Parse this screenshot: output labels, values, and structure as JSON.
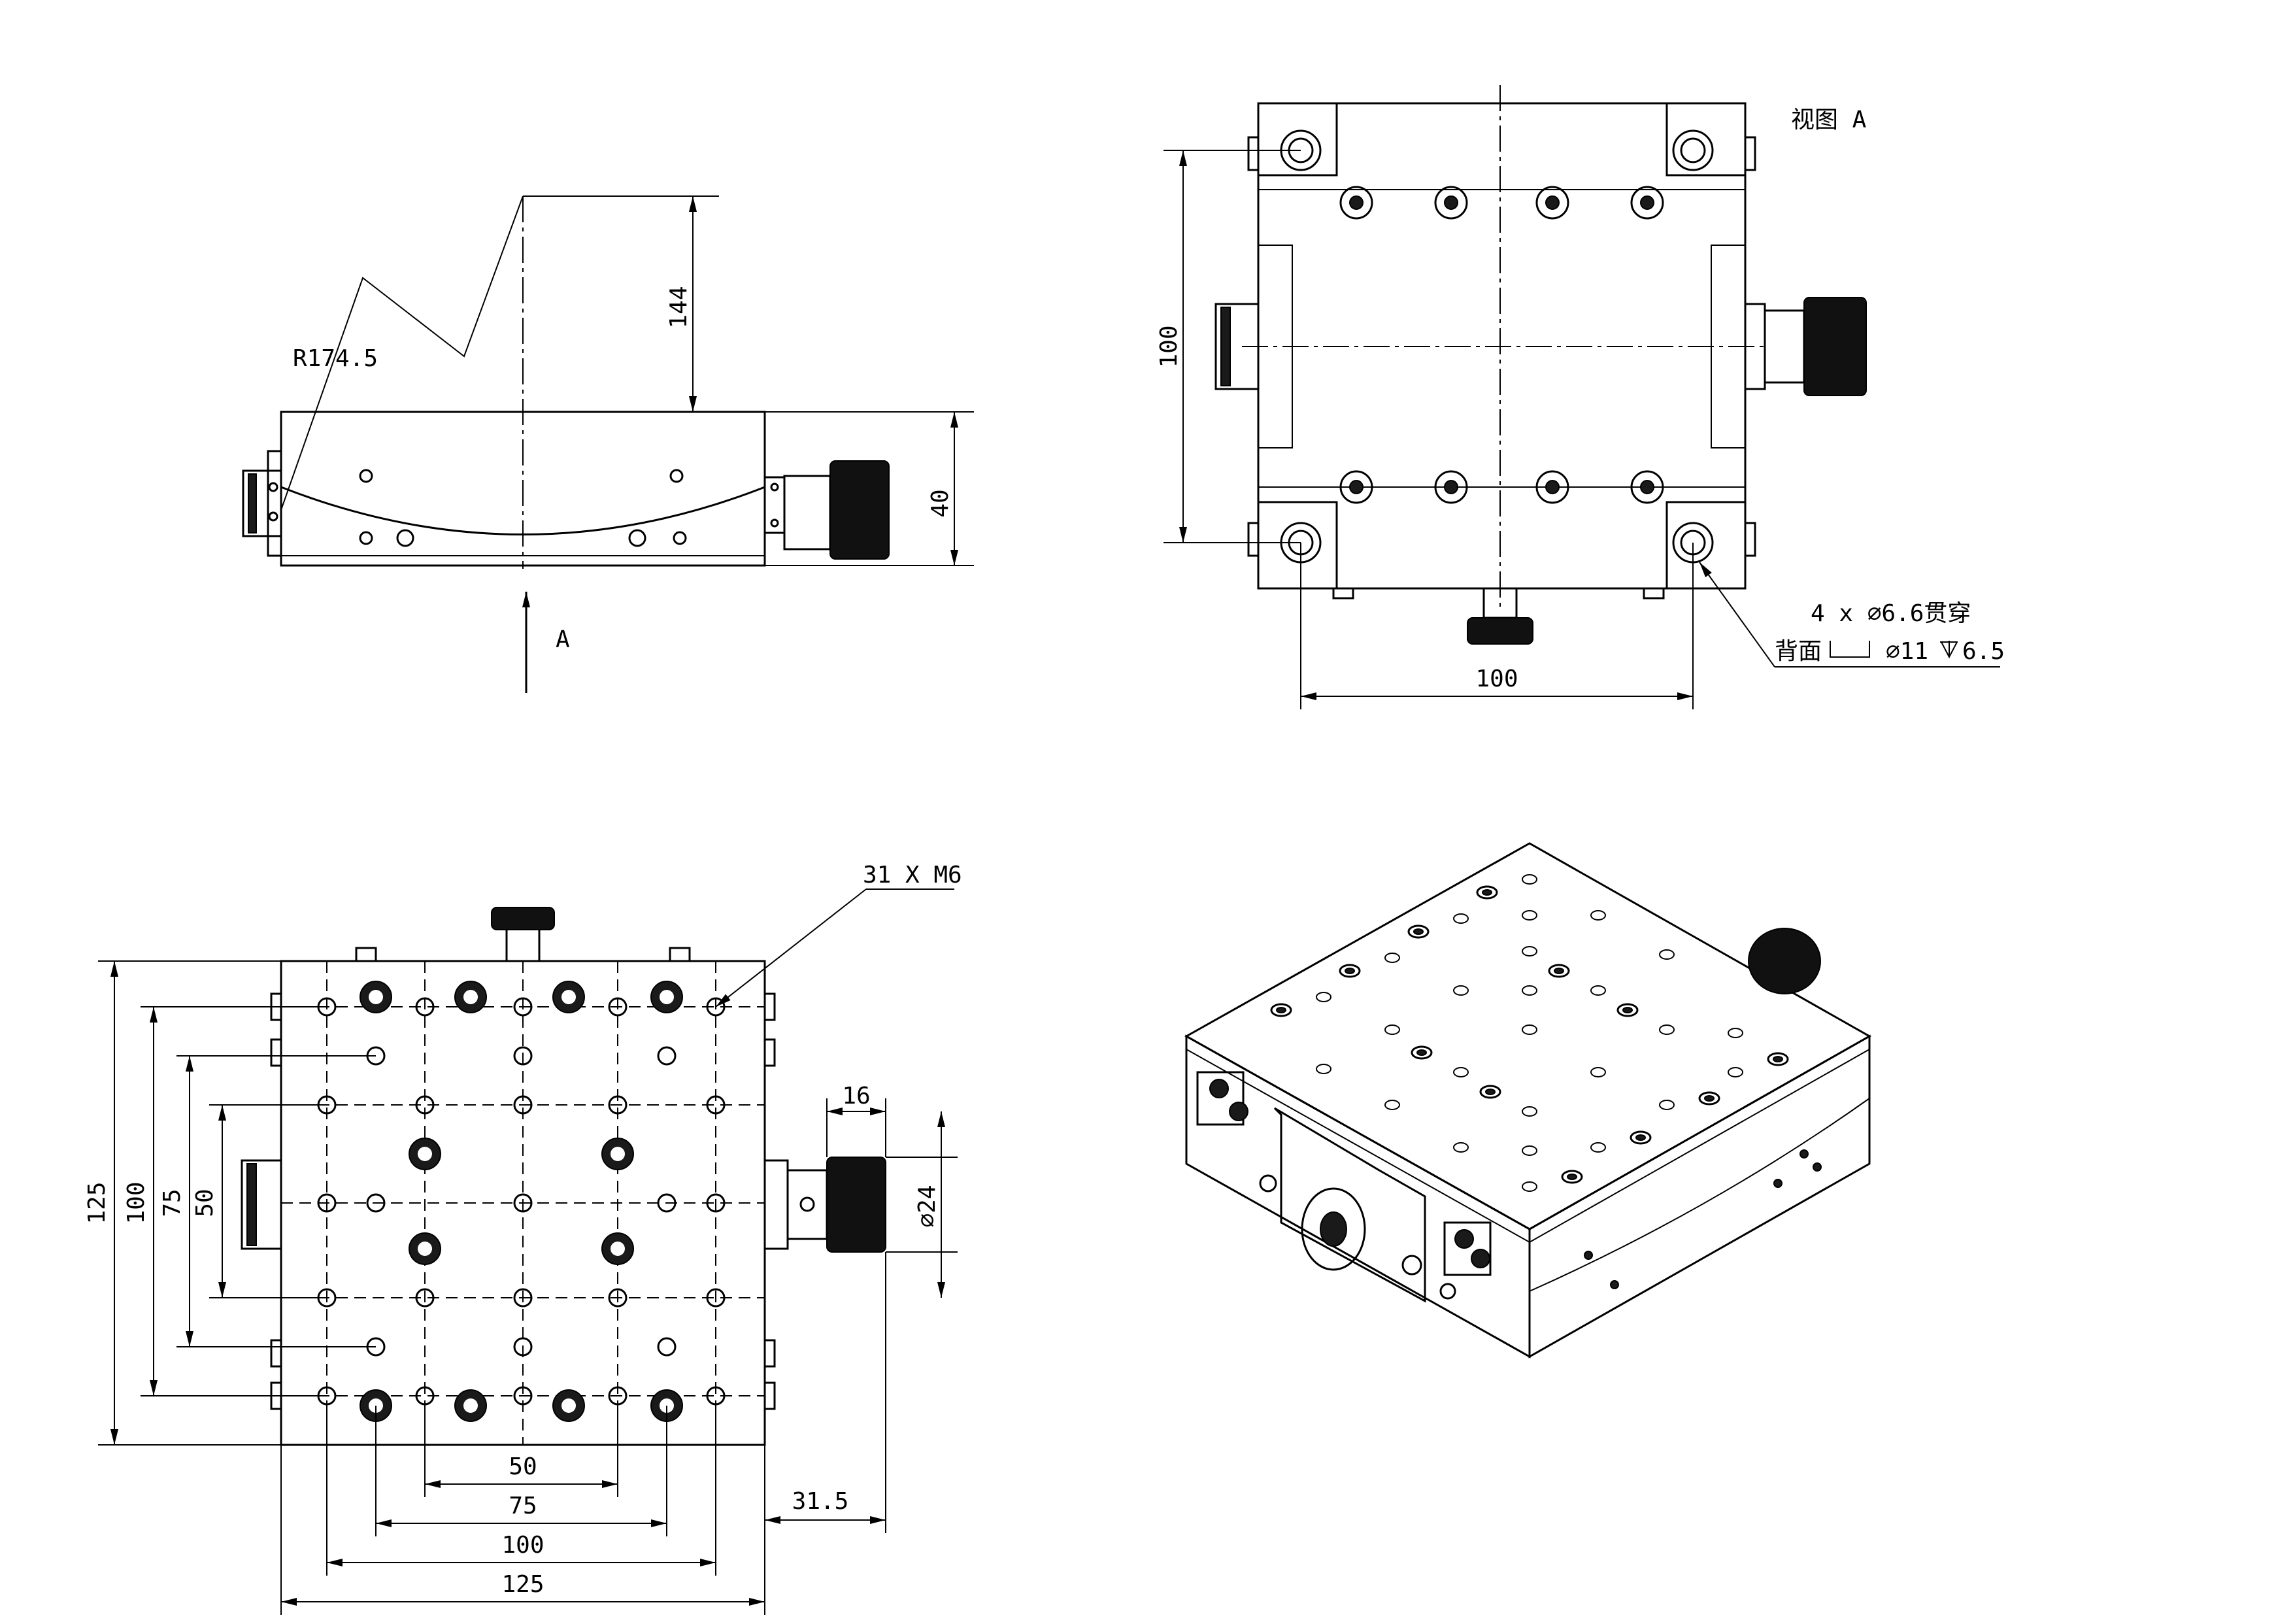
{
  "side_view": {
    "radius_label": "R174.5",
    "height_144": "144",
    "height_40": "40",
    "view_arrow_label": "A"
  },
  "top_view": {
    "title": "视图 A",
    "dim_horizontal": "100",
    "dim_vertical": "100",
    "hole_note_line1": "4 x  ⌀6.6贯穿",
    "hole_note_line2_prefix": "背面",
    "hole_note_line2": "⌀11",
    "hole_note_line2_depth": "6.5"
  },
  "plan_view": {
    "thread_note": "31 X M6",
    "dim_h_50": "50",
    "dim_h_75": "75",
    "dim_h_100": "100",
    "dim_h_125": "125",
    "dim_h_31_5": "31.5",
    "dim_v_125": "125",
    "dim_v_100": "100",
    "dim_v_75": "75",
    "dim_v_50": "50",
    "knob_length": "16",
    "knob_diameter": "⌀24"
  }
}
